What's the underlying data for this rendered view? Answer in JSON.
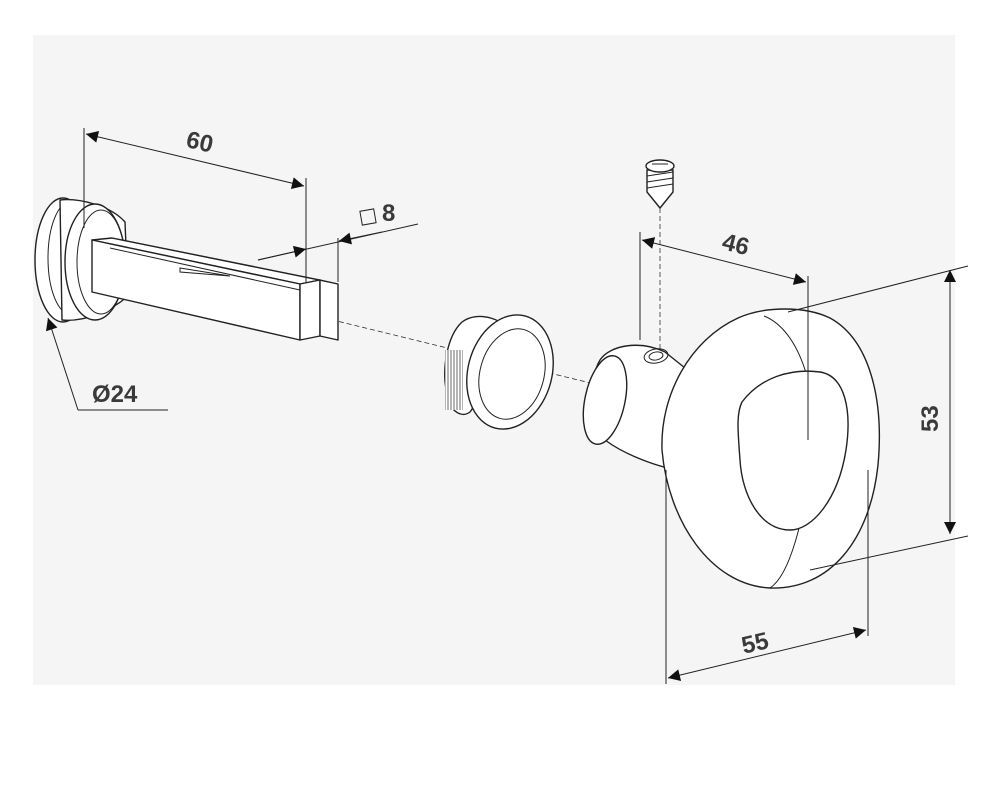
{
  "dimensions": {
    "spindle_length": "60",
    "spindle_square": "8",
    "rose_diameter": "Ø24",
    "knob_depth": "46",
    "knob_height": "53",
    "knob_width": "55"
  },
  "parts": [
    "rose-with-spindle",
    "bushing-ring",
    "knob",
    "set-screw"
  ]
}
